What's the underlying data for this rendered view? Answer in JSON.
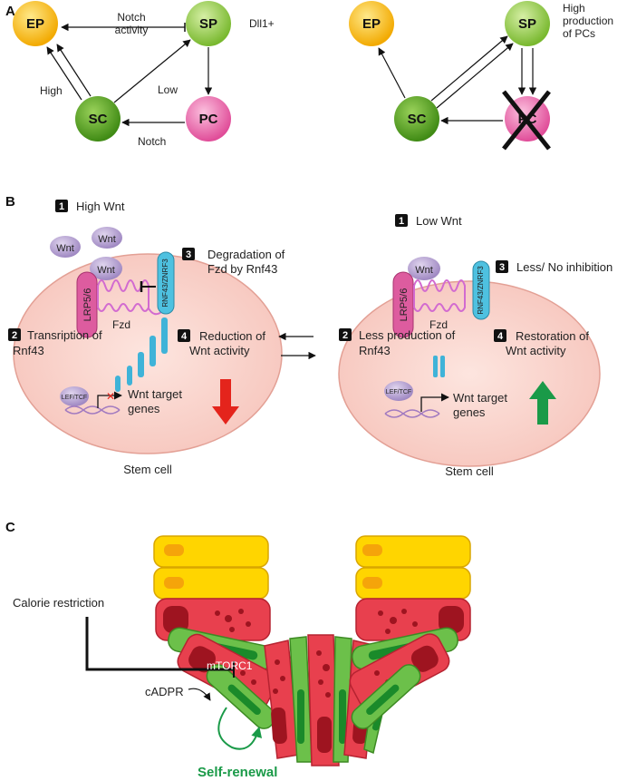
{
  "panels": {
    "a": "A",
    "b": "B",
    "c": "C"
  },
  "panel_a": {
    "left": {
      "nodes": {
        "ep": "EP",
        "sp": "SP",
        "sc": "SC",
        "pc": "PC"
      },
      "notch_activity_line1": "Notch",
      "notch_activity_line2": "activity",
      "dll1": "Dll1+",
      "high": "High",
      "low": "Low",
      "notch": "Notch"
    },
    "right": {
      "nodes": {
        "ep": "EP",
        "sp": "SP",
        "sc": "SC",
        "pc": "PC"
      },
      "high_line1": "High",
      "high_line2": "production",
      "high_line3": "of PCs"
    }
  },
  "panel_b": {
    "left": {
      "step1_num": "1",
      "step1": "High Wnt",
      "wnt": "Wnt",
      "lrp": "LRP5/6",
      "fzd": "Fzd",
      "rnf43": "RNF43/ZNRF3",
      "step3_num": "3",
      "step3_line1": "Degradation of",
      "step3_line2": "Fzd by Rnf43",
      "step2_num": "2",
      "step2_line1": "Transription of",
      "step2_line2": "Rnf43",
      "step4_num": "4",
      "step4_line1": "Reduction of",
      "step4_line2": "Wnt activity",
      "lef": "LEF/TCF",
      "target_line1": "Wnt target",
      "target_line2": "genes",
      "cell": "Stem cell"
    },
    "right": {
      "step1_num": "1",
      "step1": "Low Wnt",
      "wnt": "Wnt",
      "lrp": "LRP5/6",
      "fzd": "Fzd",
      "rnf43": "RNF43/ZNRF3",
      "step3_num": "3",
      "step3": "Less/ No inhibition",
      "step2_num": "2",
      "step2_line1": "Less production of",
      "step2_line2": "Rnf43",
      "step4_num": "4",
      "step4_line1": "Restoration of",
      "step4_line2": "Wnt activity",
      "lef": "LEF/TCF",
      "target_line1": "Wnt target",
      "target_line2": "genes",
      "cell": "Stem cell"
    }
  },
  "panel_c": {
    "calorie": "Calorie restriction",
    "mtorc1": "mTORC1",
    "cadpr": "cADPR",
    "self_renewal": "Self-renewal"
  },
  "colors": {
    "ep": "#f2b400",
    "sp": "#8cc63f",
    "sc": "#4e9a1a",
    "pc": "#e84f9c",
    "cell": "#fbd8d2",
    "cell_stroke": "#e9a49a",
    "wnt": "#a893c6",
    "lrp": "#d9559b",
    "rnf": "#4ec1e0",
    "fzd": "#d77ad6",
    "paneth": "#e8404e",
    "yellow": "#ffd500",
    "green": "#6cc04a",
    "arrow_red": "#e4241c",
    "arrow_green": "#1a9a48"
  }
}
